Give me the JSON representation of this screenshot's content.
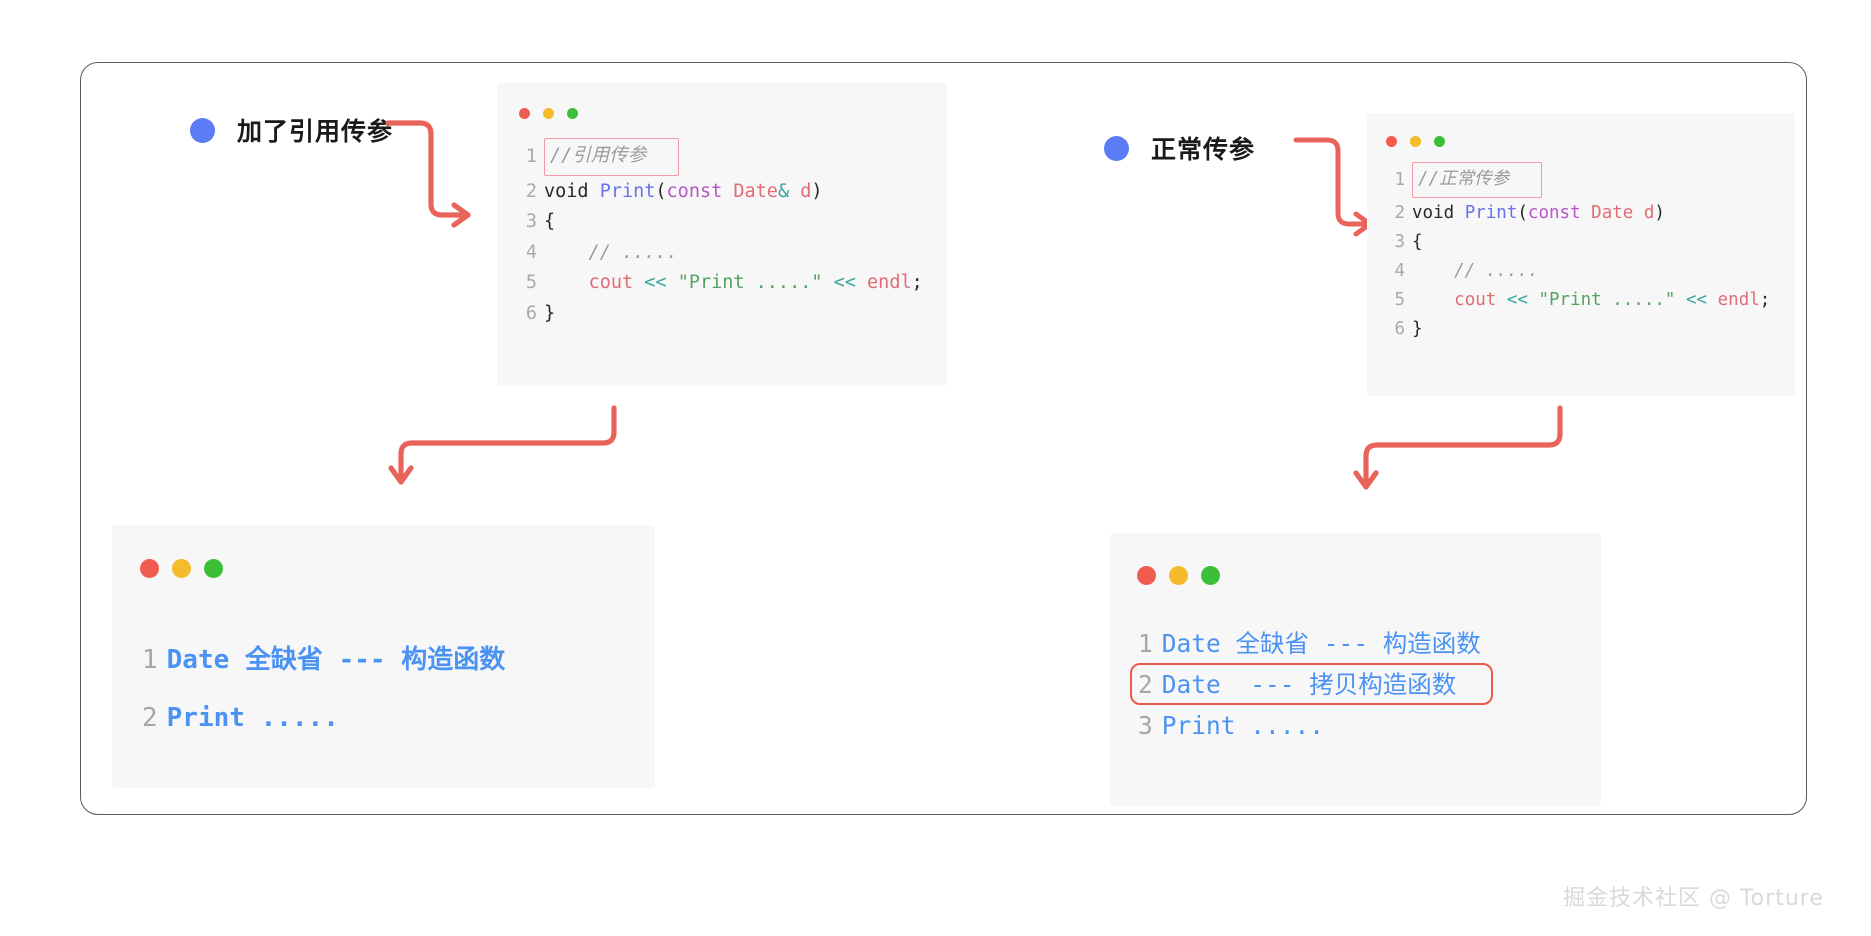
{
  "colors": {
    "accent_blue": "#5b7cf5",
    "arrow_red": "#e8635a",
    "highlight_red": "#e8594e",
    "comment_box_pink": "#f29ba6",
    "panel_bg": "#f7f7f8",
    "console_blue": "#4b93f2",
    "card_border": "#5a5a5a"
  },
  "labels": {
    "left": "加了引用传参",
    "right": "正常传参"
  },
  "icons": {
    "bullet": "blue-bullet-icon",
    "traffic_red": "window-close-dot-icon",
    "traffic_yellow": "window-minimize-dot-icon",
    "traffic_green": "window-maximize-dot-icon",
    "arrow": "curved-arrow-icon"
  },
  "code_left": {
    "title_dots": [
      "red",
      "yellow",
      "green"
    ],
    "lines": [
      {
        "n": "1",
        "comment": "//引用传参",
        "boxed": true
      },
      {
        "n": "2",
        "tokens": [
          {
            "t": "void ",
            "c": "tok-plain"
          },
          {
            "t": "Print",
            "c": "tok-fn"
          },
          {
            "t": "(",
            "c": "tok-punct"
          },
          {
            "t": "const",
            "c": "tok-kw"
          },
          {
            "t": " ",
            "c": "tok-plain"
          },
          {
            "t": "Date",
            "c": "tok-type"
          },
          {
            "t": "&",
            "c": "tok-op"
          },
          {
            "t": " ",
            "c": "tok-plain"
          },
          {
            "t": "d",
            "c": "tok-var"
          },
          {
            "t": ")",
            "c": "tok-punct"
          }
        ]
      },
      {
        "n": "3",
        "tokens": [
          {
            "t": "{",
            "c": "tok-punct"
          }
        ]
      },
      {
        "n": "4",
        "tokens": [
          {
            "t": "    // .....",
            "c": "tok-comment"
          }
        ]
      },
      {
        "n": "5",
        "tokens": [
          {
            "t": "    ",
            "c": "tok-plain"
          },
          {
            "t": "cout",
            "c": "tok-var"
          },
          {
            "t": " ",
            "c": "tok-plain"
          },
          {
            "t": "<<",
            "c": "tok-op"
          },
          {
            "t": " ",
            "c": "tok-plain"
          },
          {
            "t": "\"Print .....\"",
            "c": "tok-str"
          },
          {
            "t": " ",
            "c": "tok-plain"
          },
          {
            "t": "<<",
            "c": "tok-op"
          },
          {
            "t": " ",
            "c": "tok-plain"
          },
          {
            "t": "endl",
            "c": "tok-var"
          },
          {
            "t": ";",
            "c": "tok-punct"
          }
        ]
      },
      {
        "n": "6",
        "tokens": [
          {
            "t": "}",
            "c": "tok-punct"
          }
        ]
      }
    ]
  },
  "code_right": {
    "title_dots": [
      "red",
      "yellow",
      "green"
    ],
    "lines": [
      {
        "n": "1",
        "comment": "//正常传参",
        "boxed": true
      },
      {
        "n": "2",
        "tokens": [
          {
            "t": "void ",
            "c": "tok-plain"
          },
          {
            "t": "Print",
            "c": "tok-fn"
          },
          {
            "t": "(",
            "c": "tok-punct"
          },
          {
            "t": "const",
            "c": "tok-kw"
          },
          {
            "t": " ",
            "c": "tok-plain"
          },
          {
            "t": "Date",
            "c": "tok-type"
          },
          {
            "t": " ",
            "c": "tok-plain"
          },
          {
            "t": "d",
            "c": "tok-var"
          },
          {
            "t": ")",
            "c": "tok-punct"
          }
        ]
      },
      {
        "n": "3",
        "tokens": [
          {
            "t": "{",
            "c": "tok-punct"
          }
        ]
      },
      {
        "n": "4",
        "tokens": [
          {
            "t": "    // .....",
            "c": "tok-comment"
          }
        ]
      },
      {
        "n": "5",
        "tokens": [
          {
            "t": "    ",
            "c": "tok-plain"
          },
          {
            "t": "cout",
            "c": "tok-var"
          },
          {
            "t": " ",
            "c": "tok-plain"
          },
          {
            "t": "<<",
            "c": "tok-op"
          },
          {
            "t": " ",
            "c": "tok-plain"
          },
          {
            "t": "\"Print .....\"",
            "c": "tok-str"
          },
          {
            "t": " ",
            "c": "tok-plain"
          },
          {
            "t": "<<",
            "c": "tok-op"
          },
          {
            "t": " ",
            "c": "tok-plain"
          },
          {
            "t": "endl",
            "c": "tok-var"
          },
          {
            "t": ";",
            "c": "tok-punct"
          }
        ]
      },
      {
        "n": "6",
        "tokens": [
          {
            "t": "}",
            "c": "tok-punct"
          }
        ]
      }
    ]
  },
  "output_left": {
    "title_dots": [
      "red",
      "yellow",
      "green"
    ],
    "lines": [
      {
        "n": "1",
        "text": "Date 全缺省 --- 构造函数",
        "boxed": false
      },
      {
        "n": "2",
        "text": "Print .....",
        "boxed": false
      }
    ]
  },
  "output_right": {
    "title_dots": [
      "red",
      "yellow",
      "green"
    ],
    "lines": [
      {
        "n": "1",
        "text": "Date 全缺省 --- 构造函数",
        "boxed": false
      },
      {
        "n": "2",
        "text": "Date  --- 拷贝构造函数",
        "boxed": true
      },
      {
        "n": "3",
        "text": "Print .....",
        "boxed": false
      }
    ]
  },
  "watermark": "掘金技术社区 @ Torture"
}
